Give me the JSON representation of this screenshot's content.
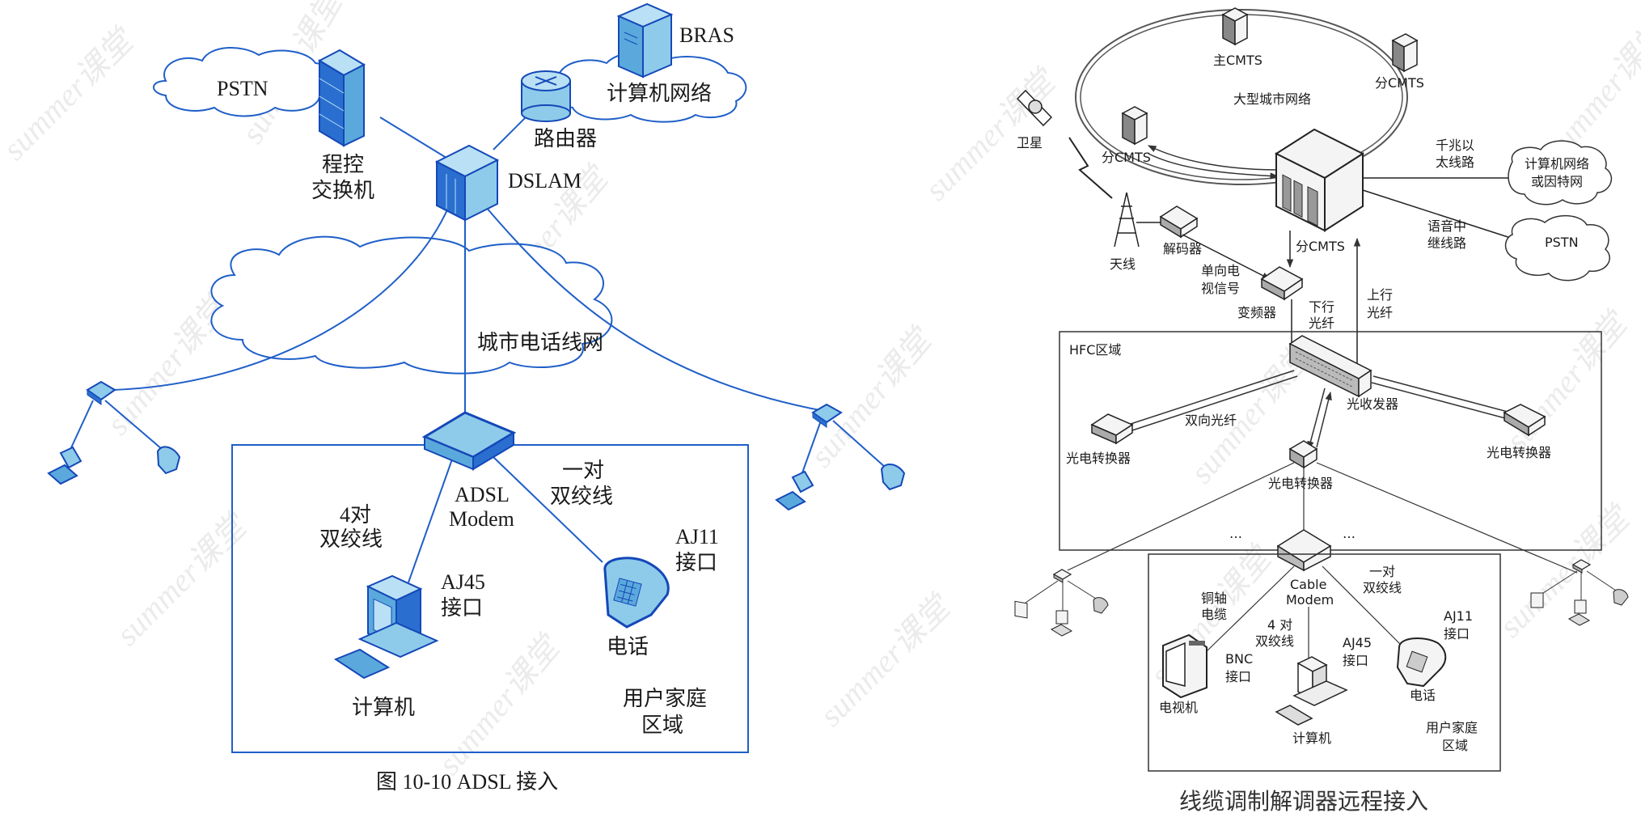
{
  "colors": {
    "blue_line": "#1f5fc8",
    "blue_fill": "#8ecbea",
    "blue_dark": "#1448b8",
    "gray_line": "#333333",
    "gray_fill": "#e6e6e6"
  },
  "watermark": "summer课堂",
  "adsl": {
    "caption": "图 10-10   ADSL 接入",
    "clouds": {
      "pstn": "PSTN",
      "computer_network": "计算机网络",
      "city_phone_network": "城市电话线网"
    },
    "nodes": {
      "bras": "BRAS",
      "router": "路由器",
      "switch_line1": "程控",
      "switch_line2": "交换机",
      "dslam": "DSLAM",
      "modem_line1": "ADSL",
      "modem_line2": "Modem",
      "computer": "计算机",
      "phone": "电话"
    },
    "links": {
      "four_pair_line1": "4对",
      "four_pair_line2": "双绞线",
      "one_pair_line1": "一对",
      "one_pair_line2": "双绞线",
      "aj45_line1": "AJ45",
      "aj45_line2": "接口",
      "aj11_line1": "AJ11",
      "aj11_line2": "接口"
    },
    "home_area_line1": "用户家庭",
    "home_area_line2": "区域"
  },
  "cable": {
    "caption": "线缆调制解调器远程接入",
    "ring_label": "大型城市网络",
    "nodes": {
      "main_cmts": "主CMTS",
      "sub_cmts_right": "分CMTS",
      "sub_cmts_left": "分CMTS",
      "sub_cmts_center": "分CMTS",
      "satellite": "卫星",
      "antenna": "天线",
      "decoder": "解码器",
      "frequency_converter": "变频器",
      "optical_transceiver": "光收发器",
      "oe_converter_left": "光电转换器",
      "oe_converter_right": "光电转换器",
      "oe_converter_center": "光电转换器",
      "modem_line1": "Cable",
      "modem_line2": "Modem",
      "tv": "电视机",
      "computer": "计算机",
      "phone": "电话"
    },
    "clouds": {
      "internet_line1": "计算机网络",
      "internet_line2": "或因特网",
      "pstn": "PSTN"
    },
    "links": {
      "gigabit_line1": "千兆以",
      "gigabit_line2": "太线路",
      "voice_trunk_line1": "语音中",
      "voice_trunk_line2": "继线路",
      "oneway_tv_line1": "单向电",
      "oneway_tv_line2": "视信号",
      "downstream_line1": "下行",
      "downstream_line2": "光纤",
      "upstream_line1": "上行",
      "upstream_line2": "光纤",
      "bidirectional_fiber": "双向光纤",
      "ellipsis": "…",
      "coax_line1": "铜轴",
      "coax_line2": "电缆",
      "four_pair_line1": "4 对",
      "four_pair_line2": "双绞线",
      "one_pair_line1": "一对",
      "one_pair_line2": "双绞线",
      "bnc_line1": "BNC",
      "bnc_line2": "接口",
      "aj45_line1": "AJ45",
      "aj45_line2": "接口",
      "aj11_line1": "AJ11",
      "aj11_line2": "接口"
    },
    "hfc_area": "HFC区域",
    "home_area_line1": "用户家庭",
    "home_area_line2": "区域"
  }
}
